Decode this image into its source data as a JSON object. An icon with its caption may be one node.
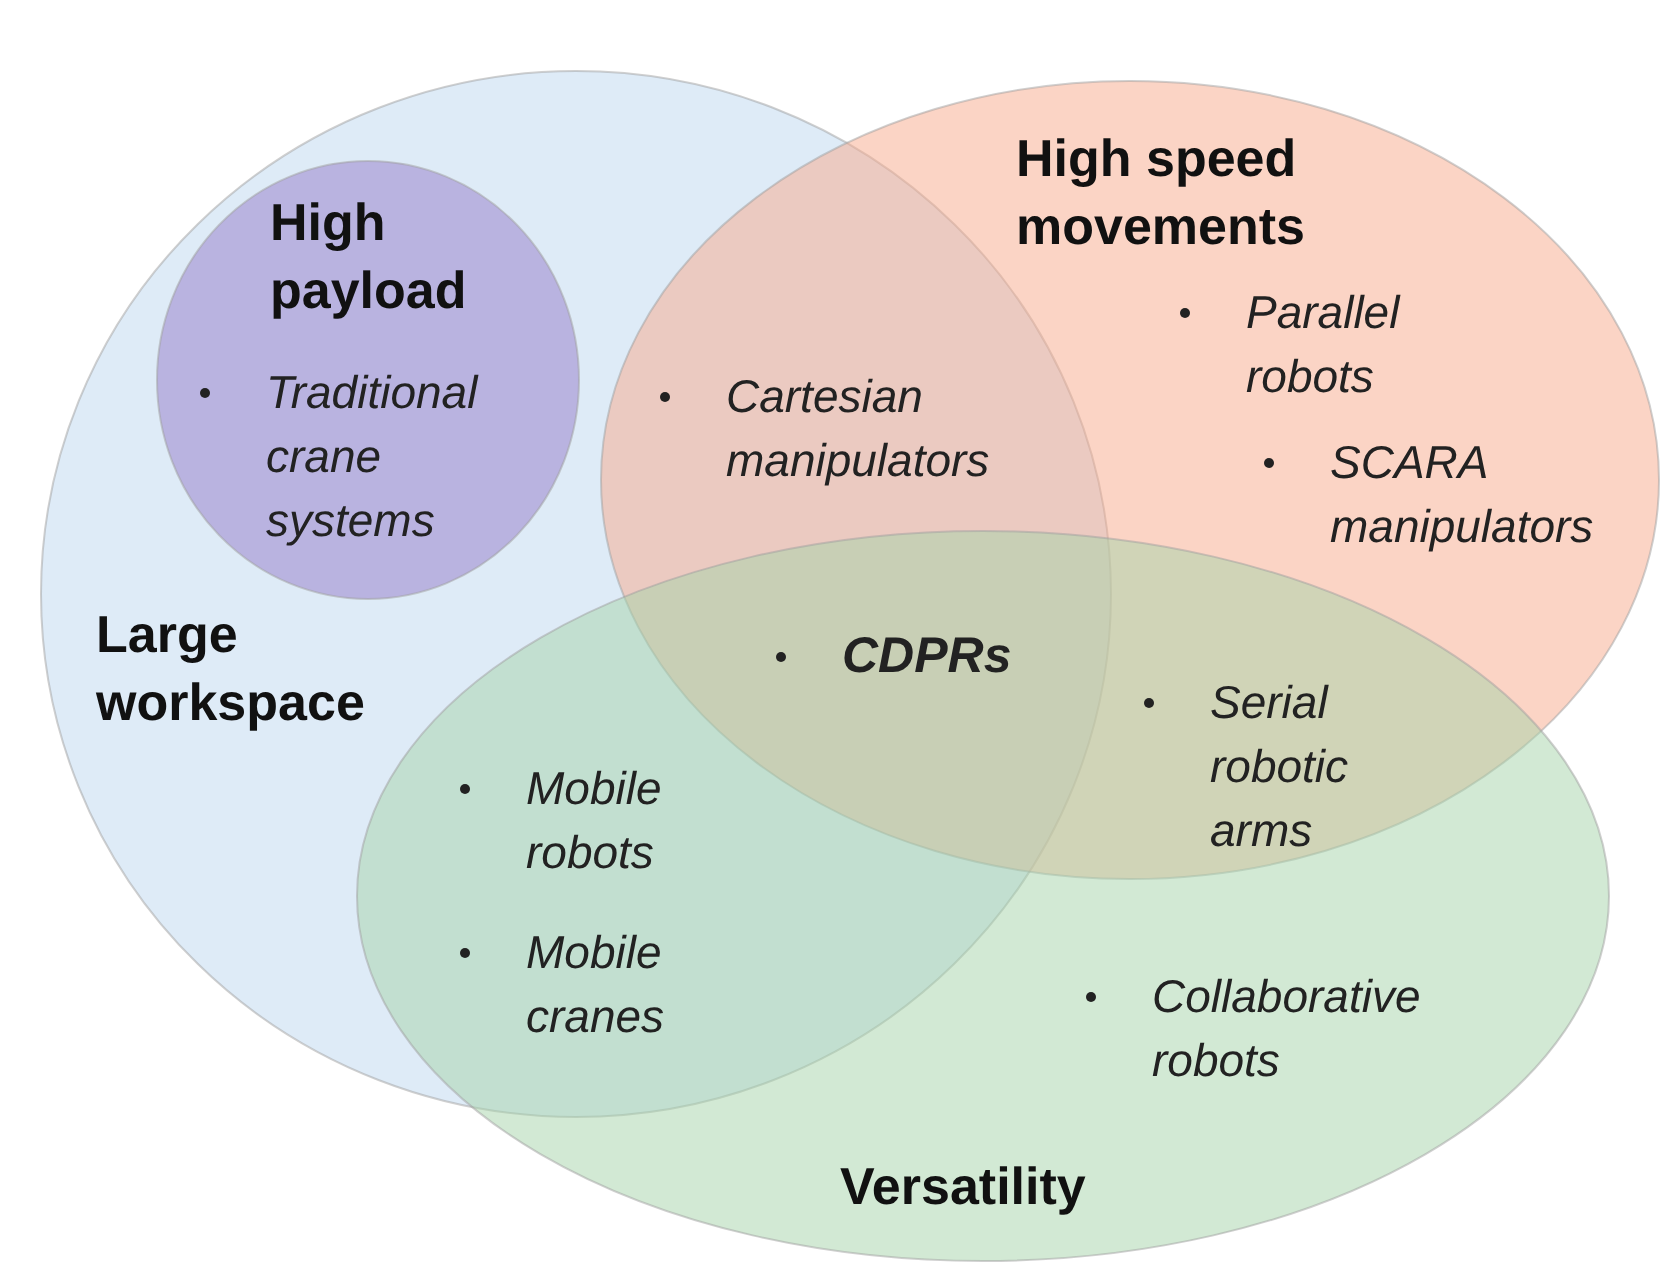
{
  "diagram": {
    "nodes": [
      {
        "text": [
          "Large workspace"
        ]
      },
      {
        "text": [
          "High payload",
          "Traditional crane systems"
        ],
        "in": 0
      },
      {
        "text": [
          "High speed movements"
        ]
      },
      {
        "text": [
          "Versatility"
        ]
      }
    ],
    "labels": [
      "Cartesian manipulators",
      "Parallel robots",
      "SCARA manipulators",
      "CDPRs",
      "Serial robotic arms",
      "Mobile robots",
      "Mobile cranes",
      "Collaborative robots"
    ]
  }
}
